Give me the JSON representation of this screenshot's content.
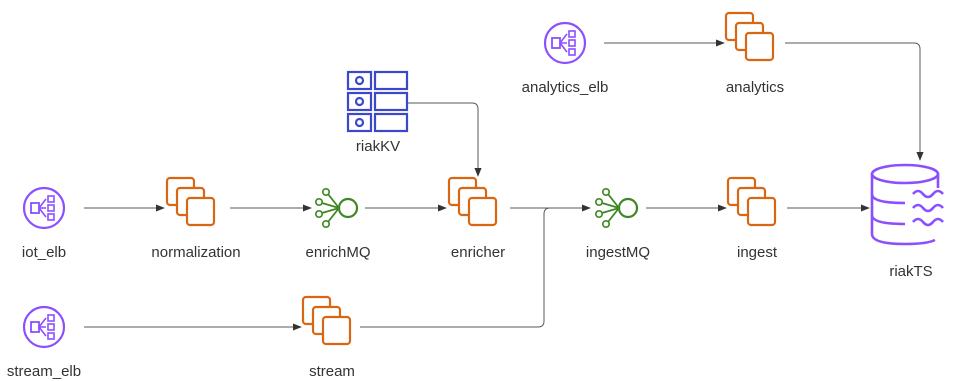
{
  "colors": {
    "elb": "#8c4fff",
    "instances": "#d86613",
    "mq": "#3f8624",
    "kv": "#3b48cc",
    "db": "#8c4fff",
    "edge": "#5a5a5a",
    "label": "#333333"
  },
  "nodes": {
    "iot_elb": {
      "label": "iot_elb",
      "icon": "load-balancer-icon"
    },
    "normalization": {
      "label": "normalization",
      "icon": "instances-icon"
    },
    "enrichMQ": {
      "label": "enrichMQ",
      "icon": "message-queue-icon"
    },
    "enricher": {
      "label": "enricher",
      "icon": "instances-icon"
    },
    "riakKV": {
      "label": "riakKV",
      "icon": "key-value-store-icon"
    },
    "ingestMQ": {
      "label": "ingestMQ",
      "icon": "message-queue-icon"
    },
    "ingest": {
      "label": "ingest",
      "icon": "instances-icon"
    },
    "riakTS": {
      "label": "riakTS",
      "icon": "time-series-db-icon"
    },
    "analytics_elb": {
      "label": "analytics_elb",
      "icon": "load-balancer-icon"
    },
    "analytics": {
      "label": "analytics",
      "icon": "instances-icon"
    },
    "stream_elb": {
      "label": "stream_elb",
      "icon": "load-balancer-icon"
    },
    "stream": {
      "label": "stream",
      "icon": "instances-icon"
    }
  },
  "edges": [
    {
      "from": "iot_elb",
      "to": "normalization"
    },
    {
      "from": "normalization",
      "to": "enrichMQ"
    },
    {
      "from": "enrichMQ",
      "to": "enricher"
    },
    {
      "from": "riakKV",
      "to": "enricher"
    },
    {
      "from": "enricher",
      "to": "ingestMQ"
    },
    {
      "from": "stream",
      "to": "ingestMQ"
    },
    {
      "from": "ingestMQ",
      "to": "ingest"
    },
    {
      "from": "ingest",
      "to": "riakTS"
    },
    {
      "from": "analytics_elb",
      "to": "analytics"
    },
    {
      "from": "analytics",
      "to": "riakTS"
    },
    {
      "from": "stream_elb",
      "to": "stream"
    }
  ]
}
